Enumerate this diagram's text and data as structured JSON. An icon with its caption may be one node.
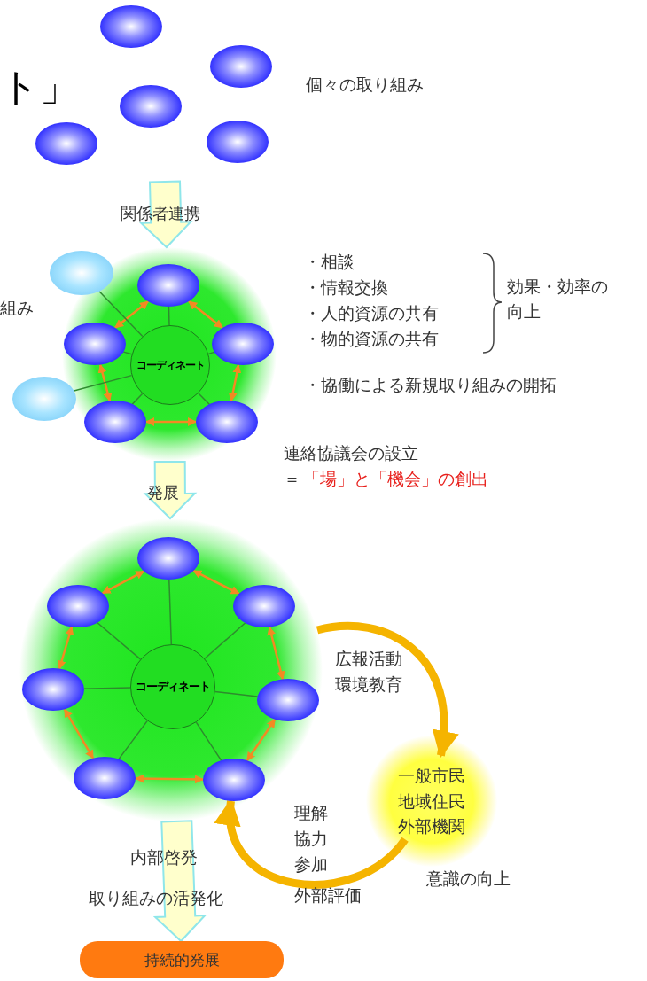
{
  "diagram": {
    "nodes": [
      {
        "text": [],
        "shape": "ellipse"
      },
      {
        "text": [],
        "shape": "ellipse"
      },
      {
        "text": [],
        "shape": "ellipse"
      },
      {
        "text": [],
        "shape": "ellipse"
      },
      {
        "text": [],
        "shape": "ellipse"
      },
      {
        "text": [],
        "shape": "circle"
      },
      {
        "text": [],
        "shape": "ellipse"
      },
      {
        "text": [],
        "shape": "ellipse",
        "in": 5
      },
      {
        "text": [],
        "shape": "ellipse",
        "in": 5
      },
      {
        "text": [],
        "shape": "ellipse",
        "in": 5
      },
      {
        "text": [
          "コーディネート"
        ],
        "in": 5
      },
      {
        "text": [],
        "shape": "ellipse"
      },
      {
        "text": [],
        "shape": "ellipse",
        "in": 5
      },
      {
        "text": [],
        "shape": "ellipse",
        "in": 5
      },
      {
        "text": [],
        "shape": "circle"
      },
      {
        "text": [],
        "shape": "ellipse",
        "in": 14
      },
      {
        "text": [],
        "shape": "ellipse",
        "in": 14
      },
      {
        "text": [],
        "shape": "ellipse",
        "in": 14
      },
      {
        "text": [],
        "shape": "ellipse",
        "in": 14
      },
      {
        "text": [
          "コーディネート"
        ],
        "in": 14
      },
      {
        "text": [],
        "shape": "ellipse",
        "in": 14
      },
      {
        "text": [],
        "shape": "ellipse",
        "in": 14
      },
      {
        "text": [],
        "shape": "ellipse",
        "in": 14
      },
      {
        "text": [
          "一般市民地域住民外部機関"
        ],
        "beside": [
          "意識の向上"
        ]
      },
      {
        "text": [
          "持続的発展"
        ]
      }
    ],
    "edges": [
      {
        "from": null,
        "to": 5,
        "arrow": "to",
        "style": "thick",
        "color": "#ffffcc"
      },
      {
        "from": 5,
        "to": 14,
        "arrow": "to",
        "style": "thick",
        "color": "#ffffcc"
      },
      {
        "from": 14,
        "to": 24,
        "arrow": "to",
        "style": "thick",
        "color": "#ffffcc"
      },
      {
        "from": 7,
        "to": 9,
        "arrow": "both",
        "color": "#f28a22"
      },
      {
        "from": 9,
        "to": 13,
        "arrow": "both",
        "color": "#f28a22"
      },
      {
        "from": 13,
        "to": 12,
        "arrow": "both",
        "color": "#f28a22"
      },
      {
        "from": 12,
        "to": 8,
        "arrow": "both",
        "color": "#f28a22"
      },
      {
        "from": 8,
        "to": 7,
        "arrow": "both",
        "color": "#f28a22"
      },
      {
        "from": 10,
        "to": 7,
        "arrow": "none",
        "color": "#2e8b2e"
      },
      {
        "from": 10,
        "to": 8,
        "arrow": "none",
        "color": "#2e8b2e"
      },
      {
        "from": 10,
        "to": 9,
        "arrow": "none",
        "color": "#2e8b2e"
      },
      {
        "from": 10,
        "to": 12,
        "arrow": "none",
        "color": "#2e8b2e"
      },
      {
        "from": 10,
        "to": 13,
        "arrow": "none",
        "color": "#2e8b2e"
      },
      {
        "from": 6,
        "to": 10,
        "arrow": "none",
        "color": "#2e8b2e"
      },
      {
        "from": 11,
        "to": 10,
        "arrow": "none",
        "color": "#2e8b2e"
      },
      {
        "from": 15,
        "to": 17,
        "arrow": "both",
        "color": "#f28a22"
      },
      {
        "from": 17,
        "to": 20,
        "arrow": "both",
        "color": "#f28a22"
      },
      {
        "from": 20,
        "to": 22,
        "arrow": "both",
        "color": "#f28a22"
      },
      {
        "from": 22,
        "to": 21,
        "arrow": "both",
        "color": "#f28a22"
      },
      {
        "from": 21,
        "to": 18,
        "arrow": "both",
        "color": "#f28a22"
      },
      {
        "from": 18,
        "to": 16,
        "arrow": "both",
        "color": "#f28a22"
      },
      {
        "from": 16,
        "to": 15,
        "arrow": "both",
        "color": "#f28a22"
      },
      {
        "from": 19,
        "to": 15,
        "arrow": "none",
        "color": "#2e8b2e"
      },
      {
        "from": 19,
        "to": 16,
        "arrow": "none",
        "color": "#2e8b2e"
      },
      {
        "from": 19,
        "to": 17,
        "arrow": "none",
        "color": "#2e8b2e"
      },
      {
        "from": 19,
        "to": 18,
        "arrow": "none",
        "color": "#2e8b2e"
      },
      {
        "from": 19,
        "to": 20,
        "arrow": "none",
        "color": "#2e8b2e"
      },
      {
        "from": 19,
        "to": 21,
        "arrow": "none",
        "color": "#2e8b2e"
      },
      {
        "from": 19,
        "to": 22,
        "arrow": "none",
        "color": "#2e8b2e"
      },
      {
        "from": 14,
        "to": 23,
        "arrow": "to",
        "style": "thick",
        "color": "#f5b400"
      },
      {
        "from": 23,
        "to": 22,
        "arrow": "to",
        "style": "thick",
        "color": "#f5b400"
      }
    ],
    "labels": [
      "ト」",
      "個々の取り組み",
      "関係者連携",
      "組み",
      "・相談",
      "・情報交換",
      "・人的資源の共有",
      "・物的資源の共有",
      "効果・効率の向上",
      "・協働による新規取り組みの開拓",
      "連絡協議会の設立",
      "＝",
      "「場」と「機会」の創出",
      "発展",
      "広報活動",
      "環境教育",
      "理解",
      "協力",
      "参加",
      "外部評価",
      "内部啓発",
      "取り組みの活発化"
    ]
  }
}
